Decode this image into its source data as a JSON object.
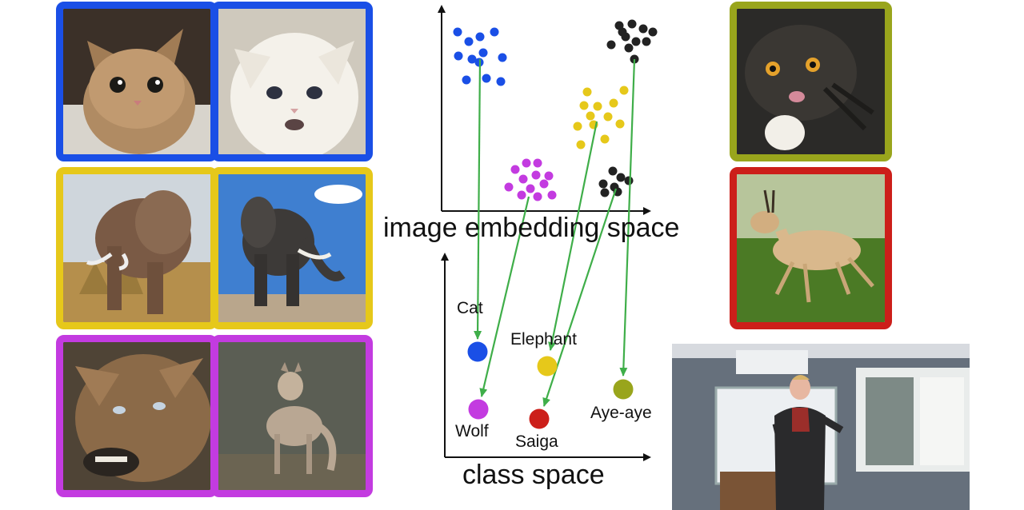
{
  "diagram": {
    "image_axis_title": "image embedding space",
    "class_axis_title": "class space",
    "classes": [
      {
        "id": "cat",
        "label": "Cat",
        "color": "#1a4fe6"
      },
      {
        "id": "elephant",
        "label": "Elephant",
        "color": "#e6c81a"
      },
      {
        "id": "wolf",
        "label": "Wolf",
        "color": "#c33be0"
      },
      {
        "id": "saiga",
        "label": "Saiga",
        "color": "#cc1f1a"
      },
      {
        "id": "aye_aye",
        "label": "Aye-aye",
        "color": "#99a51c"
      }
    ],
    "cluster_colors": {
      "blue": "#1a4fe6",
      "yellow": "#e6c81a",
      "magenta": "#c33be0",
      "black": "#222222"
    },
    "arrow_color": "#3fae49"
  },
  "photo_groups": [
    {
      "class": "cat",
      "border": "#1a4fe6",
      "photos": [
        "cat-photo",
        "cat-photo"
      ]
    },
    {
      "class": "elephant",
      "border": "#e6c81a",
      "photos": [
        "elephant-photo",
        "elephant-photo"
      ]
    },
    {
      "class": "wolf",
      "border": "#c33be0",
      "photos": [
        "wolf-photo",
        "wolf-photo"
      ]
    },
    {
      "class": "aye_aye",
      "border": "#99a51c",
      "photos": [
        "aye-aye-photo"
      ]
    },
    {
      "class": "saiga",
      "border": "#cc1f1a",
      "photos": [
        "saiga-photo"
      ]
    }
  ],
  "video": {
    "subject": "lecturer-video-inset"
  }
}
